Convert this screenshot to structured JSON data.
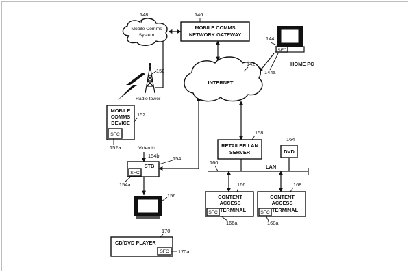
{
  "nodes": {
    "mobile_comms_system": {
      "label_line1": "Mobile Comms",
      "label_line2": "System",
      "ref": "148"
    },
    "gateway": {
      "label_line1": "MOBILE COMMS",
      "label_line2": "NETWORK GATEWAY",
      "ref": "146"
    },
    "radio_tower": {
      "label": "Radio tower",
      "ref": "150"
    },
    "internet": {
      "label": "INTERNET",
      "ref": "142"
    },
    "home_pc": {
      "label": "HOME PC",
      "ref": "144",
      "sfc_label": "SFC",
      "sfc_ref": "144a"
    },
    "mobile_device": {
      "label_line1": "MOBILE",
      "label_line2": "COMMS",
      "label_line3": "DEVICE",
      "ref": "152",
      "sfc_label": "SFC",
      "sfc_ref": "152a"
    },
    "stb": {
      "label": "STB",
      "ref": "154",
      "video_in": "Video In",
      "video_in_ref": "154b",
      "sfc_label": "SFC",
      "sfc_ref": "154a"
    },
    "tv": {
      "ref": "156"
    },
    "retailer_server": {
      "label_line1": "RETAILER LAN",
      "label_line2": "SERVER",
      "ref": "158"
    },
    "dvd": {
      "label": "DVD",
      "ref": "164"
    },
    "lan": {
      "label": "LAN",
      "ref": "160"
    },
    "terminal_166": {
      "label_line1": "CONTENT",
      "label_line2": "ACCESS",
      "label_line3": "TERMINAL",
      "ref": "166",
      "sfc_label": "SFC",
      "sfc_ref": "166a"
    },
    "terminal_168": {
      "label_line1": "CONTENT",
      "label_line2": "ACCESS",
      "label_line3": "TERMINAL",
      "ref": "168",
      "sfc_label": "SFC",
      "sfc_ref": "168a"
    },
    "cd_dvd_player": {
      "label": "CD/DVD PLAYER",
      "ref": "170",
      "sfc_label": "SFC",
      "sfc_ref": "170a"
    }
  }
}
